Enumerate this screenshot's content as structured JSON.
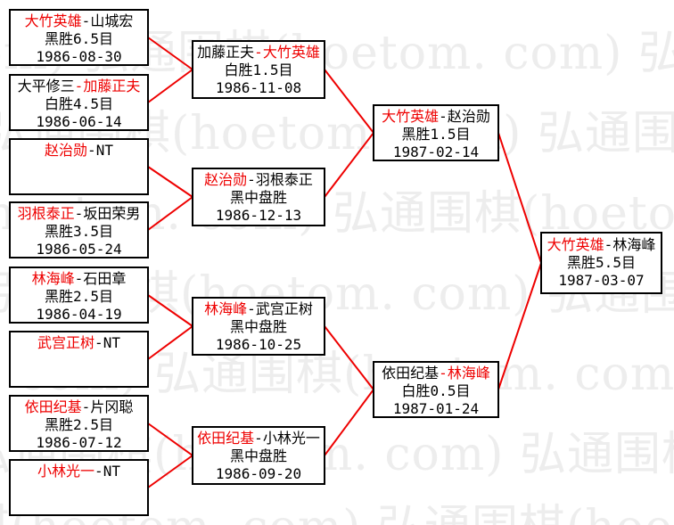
{
  "watermark": {
    "text": "弘通围棋(hoetom. com)",
    "color": "#ededed"
  },
  "colors": {
    "accent_red": "#ee0000",
    "box_border": "#000000",
    "text": "#000000",
    "background": "#ffffff"
  },
  "separator": "-",
  "bracket": {
    "rounds": [
      {
        "name": "round-1",
        "matches": [
          {
            "p1": "大竹英雄",
            "p2": "山城宏",
            "winner": "p1",
            "result": "黑胜6.5目",
            "date": "1986-08-30"
          },
          {
            "p1": "大平修三",
            "p2": "加藤正夫",
            "winner": "p2",
            "result": "白胜4.5目",
            "date": "1986-06-14"
          },
          {
            "p1": "赵治勋",
            "p2": "NT",
            "winner": "p1",
            "result": "",
            "date": ""
          },
          {
            "p1": "羽根泰正",
            "p2": "坂田荣男",
            "winner": "p1",
            "result": "黑胜3.5目",
            "date": "1986-05-24"
          },
          {
            "p1": "林海峰",
            "p2": "石田章",
            "winner": "p1",
            "result": "黑胜2.5目",
            "date": "1986-04-19"
          },
          {
            "p1": "武宫正树",
            "p2": "NT",
            "winner": "p1",
            "result": "",
            "date": ""
          },
          {
            "p1": "依田纪基",
            "p2": "片冈聪",
            "winner": "p1",
            "result": "黑胜2.5目",
            "date": "1986-07-12"
          },
          {
            "p1": "小林光一",
            "p2": "NT",
            "winner": "p1",
            "result": "",
            "date": ""
          }
        ]
      },
      {
        "name": "round-2",
        "matches": [
          {
            "p1": "加藤正夫",
            "p2": "大竹英雄",
            "winner": "p2",
            "result": "白胜1.5目",
            "date": "1986-11-08"
          },
          {
            "p1": "赵治勋",
            "p2": "羽根泰正",
            "winner": "p1",
            "result": "黑中盘胜",
            "date": "1986-12-13"
          },
          {
            "p1": "林海峰",
            "p2": "武宫正树",
            "winner": "p1",
            "result": "黑中盘胜",
            "date": "1986-10-25"
          },
          {
            "p1": "依田纪基",
            "p2": "小林光一",
            "winner": "p1",
            "result": "黑中盘胜",
            "date": "1986-09-20"
          }
        ]
      },
      {
        "name": "semifinal",
        "matches": [
          {
            "p1": "大竹英雄",
            "p2": "赵治勋",
            "winner": "p1",
            "result": "黑胜1.5目",
            "date": "1987-02-14"
          },
          {
            "p1": "依田纪基",
            "p2": "林海峰",
            "winner": "p2",
            "result": "白胜0.5目",
            "date": "1987-01-24"
          }
        ]
      },
      {
        "name": "final",
        "matches": [
          {
            "p1": "大竹英雄",
            "p2": "林海峰",
            "winner": "p1",
            "result": "黑胜5.5目",
            "date": "1987-03-07"
          }
        ]
      }
    ]
  }
}
